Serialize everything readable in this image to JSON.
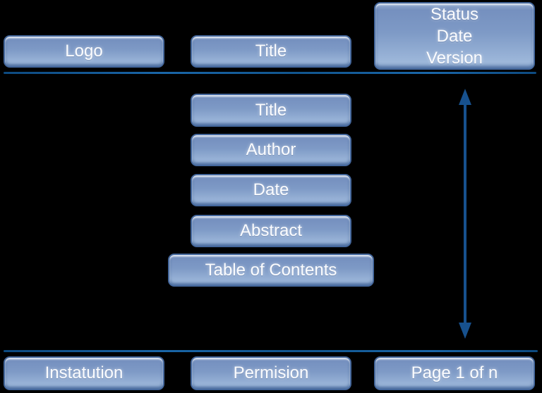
{
  "diagram": {
    "description": "Document page layout template diagram",
    "header": {
      "logo_label": "Logo",
      "title_label": "Title",
      "status_lines": [
        "Status",
        "Date",
        "Version"
      ]
    },
    "body": {
      "items": [
        "Title",
        "Author",
        "Date",
        "Abstract",
        "Table of Contents"
      ]
    },
    "footer": {
      "institution_label": "Instatution",
      "permission_label": "Permision",
      "page_label": "Page 1 of n"
    },
    "icons": {
      "vertical_double_arrow": "double-headed vertical arrow between header rule and footer rule"
    },
    "colors": {
      "background": "#000000",
      "box_border": "#44679c",
      "box_gradient_top": "#7590bf",
      "box_gradient_bottom": "#9db7da",
      "rule_line": "#11568f",
      "arrow": "#17518e",
      "text": "#fbfcfe"
    }
  }
}
